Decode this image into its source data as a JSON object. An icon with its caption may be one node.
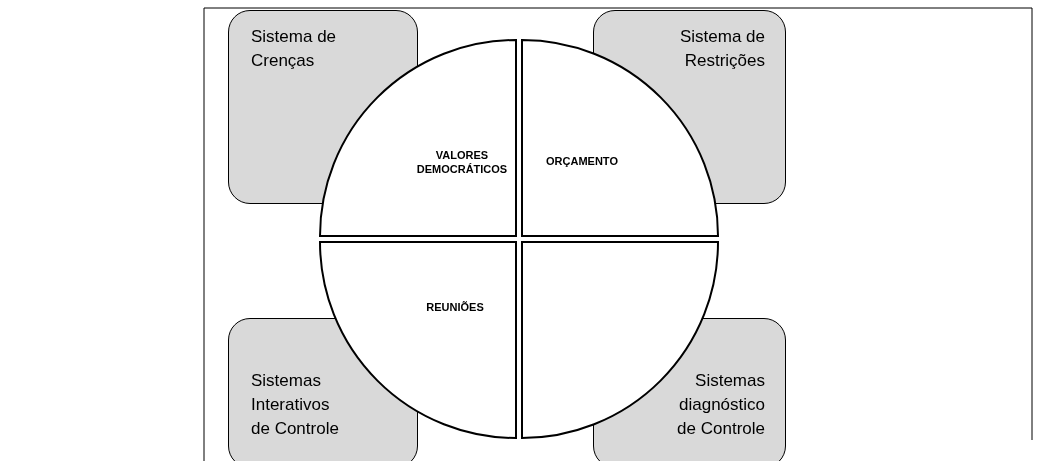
{
  "diagram": {
    "nodes": [
      {
        "text": [
          "Sistema de Crenças"
        ]
      },
      {
        "text": [
          "Sistema de Restrições"
        ]
      },
      {
        "text": [
          "VALORES DEMOCRÁTICOS"
        ]
      },
      {
        "text": [
          "ORÇAMENTO"
        ]
      },
      {
        "text": [
          "REUNIÕES"
        ]
      },
      {
        "text": [],
        "shape": "circle"
      },
      {
        "text": [
          "Sistemas Interativos de Controle"
        ]
      },
      {
        "text": [
          "Sistemas diagnóstico de Controle"
        ]
      }
    ],
    "edges": []
  }
}
